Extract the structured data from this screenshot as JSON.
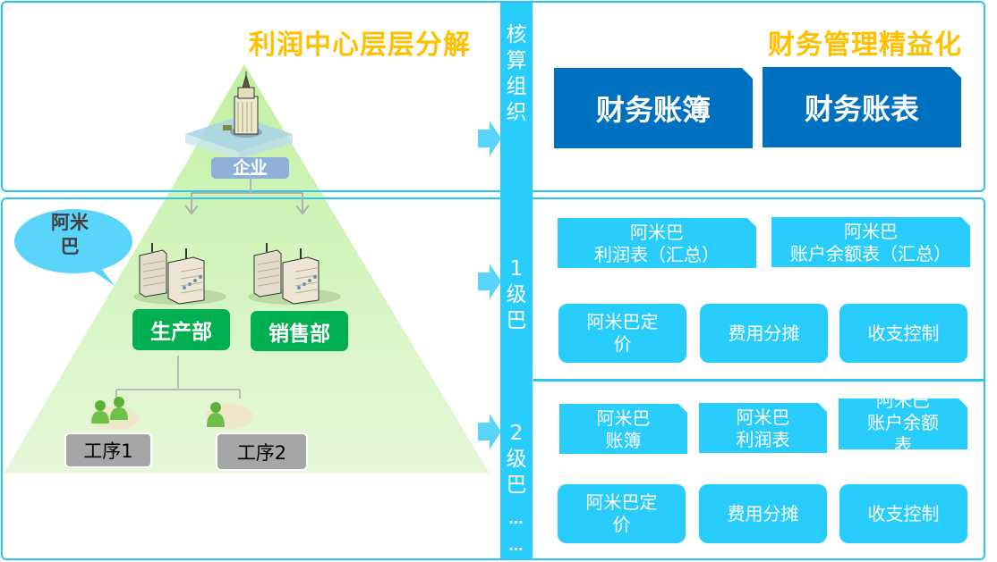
{
  "titles": {
    "left": "利润中心层层分解",
    "right": "财务管理精益化"
  },
  "vertical_column": {
    "accounting_org": "核算组织",
    "level1": "1级巴",
    "level2": "2级巴",
    "ellipsis": [
      "…",
      "…"
    ]
  },
  "hierarchy": {
    "enterprise": {
      "label": "企业",
      "icon": "skyscraper-icon"
    },
    "departments": [
      {
        "label": "生产部",
        "icon": "office-buildings-icon"
      },
      {
        "label": "销售部",
        "icon": "office-buildings-icon"
      }
    ],
    "processes": [
      {
        "label": "工序1",
        "icon": "user-group-icon"
      },
      {
        "label": "工序2",
        "icon": "user-icon"
      }
    ],
    "bubble": "阿米巴"
  },
  "finance": {
    "ledger": "财务账簿",
    "report": "财务账表"
  },
  "level1": {
    "reports": [
      {
        "line1": "阿米巴",
        "line2": "利润表（汇总）"
      },
      {
        "line1": "阿米巴",
        "line2": "账户余额表（汇总）"
      }
    ],
    "actions": [
      {
        "label": "阿米巴定价"
      },
      {
        "label": "费用分摊"
      },
      {
        "label": "收支控制"
      }
    ]
  },
  "level2": {
    "reports": [
      {
        "line1": "阿米巴",
        "line2": "账簿"
      },
      {
        "line1": "阿米巴",
        "line2": "利润表"
      },
      {
        "line1": "阿米巴",
        "line2": "账户余额",
        "line3": "表"
      }
    ],
    "actions": [
      {
        "label": "阿米巴定价"
      },
      {
        "label": "费用分摊"
      },
      {
        "label": "收支控制"
      }
    ]
  },
  "colors": {
    "accent_cyan": "#29cdfb",
    "title_gold": "#ffc000",
    "finance_blue": "#0070c0",
    "dept_green": "#00b050",
    "process_gray": "#a6a6a6",
    "pyramid_green": "#c9f2b0"
  }
}
